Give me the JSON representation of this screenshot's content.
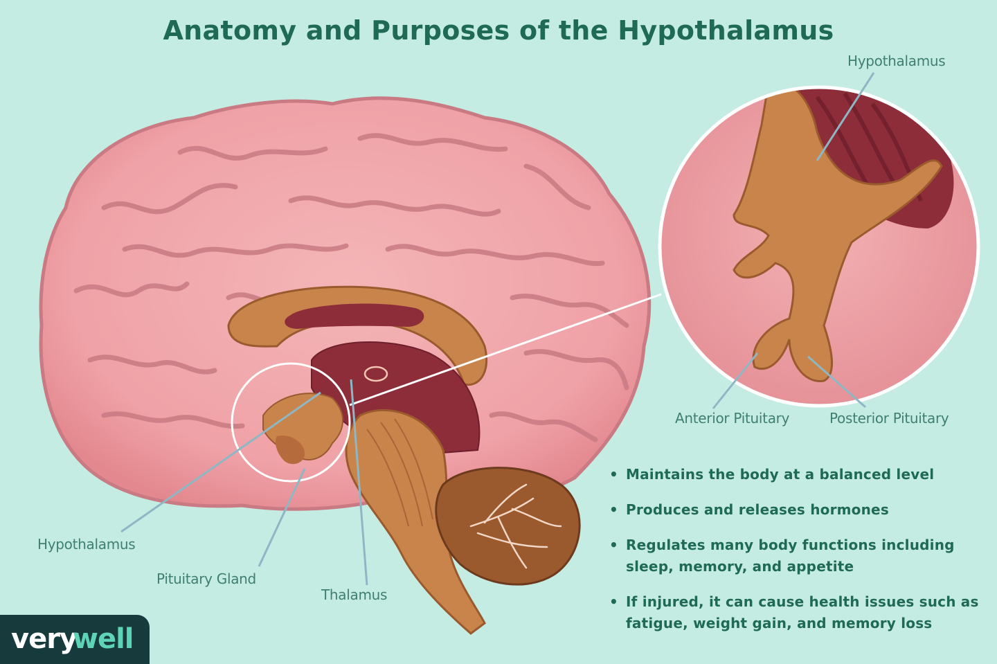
{
  "title": "Anatomy and Purposes of the Hypothalamus",
  "labels": {
    "hypothalamus_left": "Hypothalamus",
    "pituitary_gland": "Pituitary Gland",
    "thalamus": "Thalamus",
    "hypothalamus_zoom": "Hypothalamus",
    "anterior_pituitary": "Anterior Pituitary",
    "posterior_pituitary": "Posterior Pituitary"
  },
  "facts": [
    "Maintains the body at a balanced level",
    "Produces and releases hormones",
    "Regulates many body functions including sleep, memory, and appetite",
    "If injured, it can cause health issues such as fatigue, weight gain, and memory loss"
  ],
  "brand": {
    "part1": "very",
    "part2": "well"
  },
  "colors": {
    "background": "#c4ece3",
    "title": "#1f6a55",
    "brain": "#f0a7ab",
    "brain_outline": "#c97a82",
    "structure": "#c8844a",
    "deep": "#8d2d3a",
    "leader_line": "#8fb6c4",
    "logo_bg": "#173a3c",
    "logo_accent": "#5ed3b6"
  }
}
